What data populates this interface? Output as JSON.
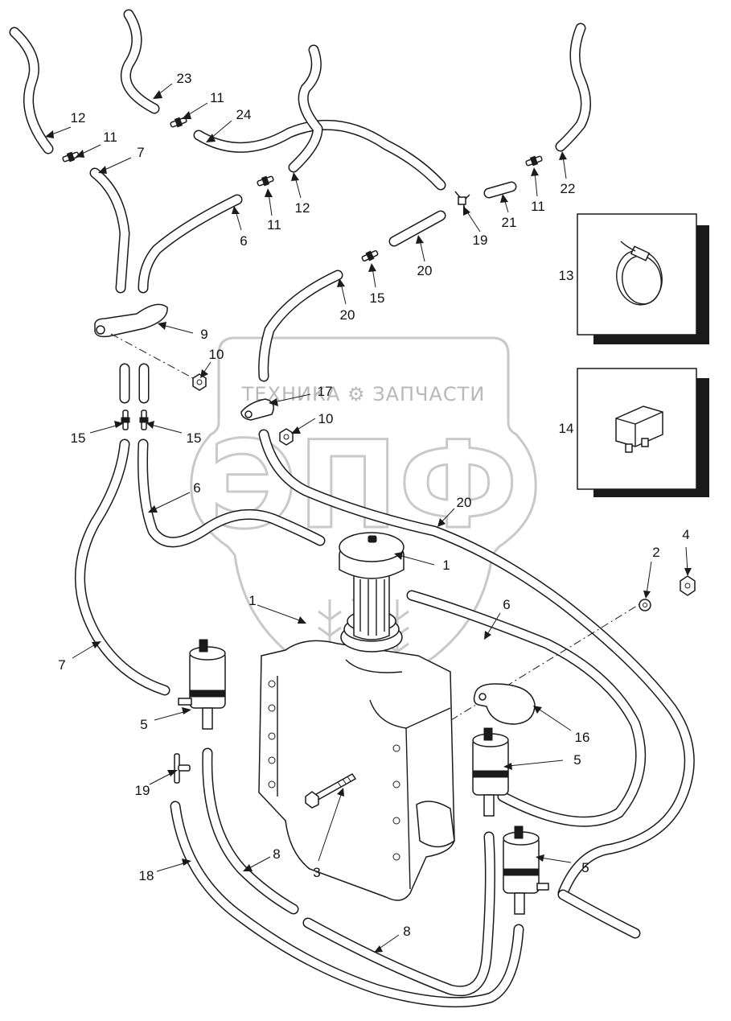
{
  "callouts": {
    "c1a": "1",
    "c1b": "1",
    "c2": "2",
    "c3": "3",
    "c4": "4",
    "c5a": "5",
    "c5b": "5",
    "c5c": "5",
    "c6a": "6",
    "c6b": "6",
    "c6c": "6",
    "c7a": "7",
    "c7b": "7",
    "c8a": "8",
    "c8b": "8",
    "c9": "9",
    "c10a": "10",
    "c10b": "10",
    "c11a": "11",
    "c11b": "11",
    "c11c": "11",
    "c11d": "11",
    "c12a": "12",
    "c12b": "12",
    "c13": "13",
    "c14": "14",
    "c15a": "15",
    "c15b": "15",
    "c15c": "15",
    "c16": "16",
    "c17": "17",
    "c18": "18",
    "c19a": "19",
    "c19b": "19",
    "c20a": "20",
    "c20b": "20",
    "c20c": "20",
    "c21": "21",
    "c22": "22",
    "c23": "23",
    "c24": "24"
  },
  "watermark": {
    "brand_text": "ТЕХНИКА ⚙ ЗАПЧАСТИ",
    "brand_letters": "ЭПФ"
  }
}
